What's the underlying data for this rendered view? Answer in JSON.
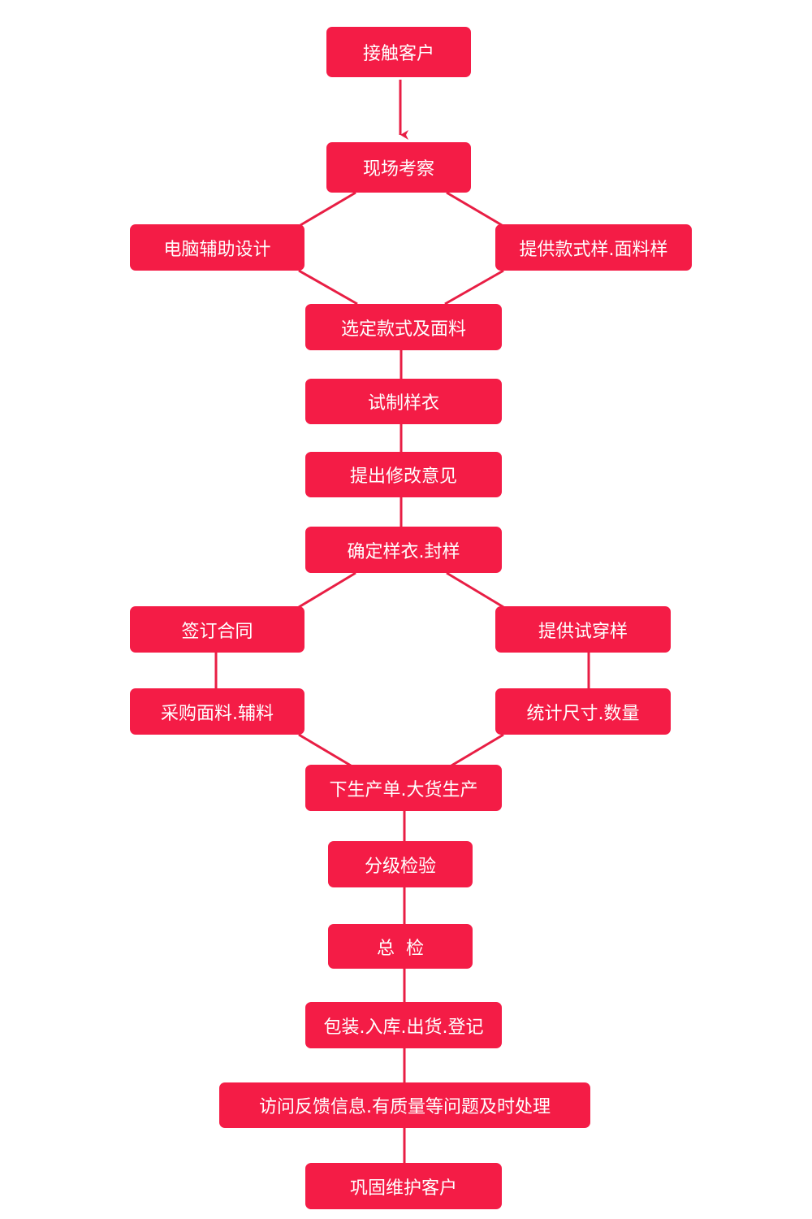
{
  "theme": {
    "node_color": "#f41c46",
    "line_color": "#e81e44",
    "text_color": "#ffffff"
  },
  "nodes": {
    "contact_client": "接触客户",
    "site_inspection": "现场考察",
    "computer_aided_design": "电脑辅助设计",
    "provide_style_fabric_samples": "提供款式样.面料样",
    "select_style_fabric": "选定款式及面料",
    "trial_sample": "试制样衣",
    "revision_feedback": "提出修改意见",
    "confirm_seal_sample": "确定样衣.封样",
    "sign_contract": "签订合同",
    "provide_fitting_sample": "提供试穿样",
    "purchase_materials": "采购面料.辅料",
    "count_sizes_quantity": "统计尺寸.数量",
    "production_order": "下生产单.大货生产",
    "grading_inspection": "分级检验",
    "final_inspection": "总  检",
    "pack_store_ship": "包装.入库.出货.登记",
    "feedback_visit": "访问反馈信息.有质量等问题及时处理",
    "maintain_client": "巩固维护客户"
  }
}
